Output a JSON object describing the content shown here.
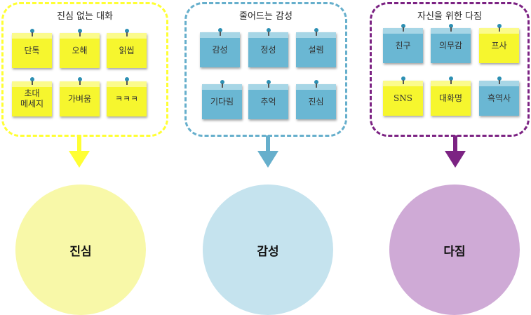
{
  "colors": {
    "yellow": "#ffff33",
    "yellow_note": "#f6f62e",
    "yellow_band": "#fbfb8c",
    "yellow_circle": "#f8f8a8",
    "blue": "#66afcc",
    "blue_note": "#6ab7d3",
    "blue_band": "#a7d6e6",
    "blue_circle": "#c5e3ee",
    "purple": "#7c2383",
    "purple_circle": "#cfaad6"
  },
  "groups": [
    {
      "title": "진심 없는 대화",
      "notes": [
        "단톡",
        "오해",
        "읽씹",
        "초대\n메세지",
        "가벼움",
        "ㅋㅋㅋ"
      ],
      "circle_label": "진심"
    },
    {
      "title": "줄어드는 감성",
      "notes": [
        "감성",
        "정성",
        "설렘",
        "기다림",
        "추억",
        "진심"
      ],
      "circle_label": "감성"
    },
    {
      "title": "자신을 위한 다짐",
      "notes": [
        "친구",
        "의무감",
        "프사",
        "SNS",
        "대화명",
        "흑역사"
      ],
      "circle_label": "다짐"
    }
  ]
}
